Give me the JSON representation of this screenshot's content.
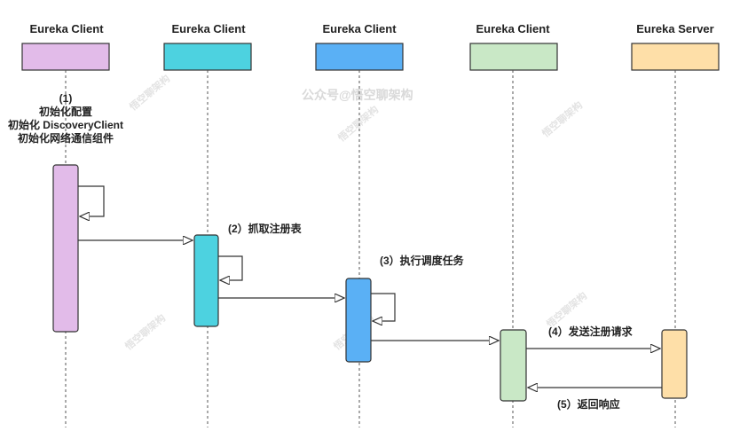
{
  "participants": [
    {
      "label": "Eureka Client",
      "color": "#e2bbe9"
    },
    {
      "label": "Eureka Client",
      "color": "#4dd2e0"
    },
    {
      "label": "Eureka Client",
      "color": "#5ab0f5"
    },
    {
      "label": "Eureka Client",
      "color": "#c9e8c6"
    },
    {
      "label": "Eureka Server",
      "color": "#fedfa8"
    }
  ],
  "notes": {
    "init": [
      "(1)",
      "初始化配置",
      "初始化 DiscoveryClient",
      "初始化网络通信组件"
    ],
    "fetch": "(2）抓取注册表",
    "schedule": "(3）执行调度任务",
    "register": "(4）发送注册请求",
    "response": "(5）返回响应"
  },
  "watermark": {
    "main": "公众号@悟空聊架构",
    "small": "悟空聊架构"
  },
  "colors": {
    "line": "#333333",
    "lifeline": "#555555",
    "box_border": "#333333"
  }
}
